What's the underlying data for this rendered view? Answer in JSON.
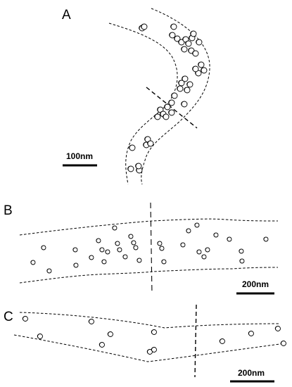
{
  "panels": [
    {
      "id": "A",
      "label": "A",
      "scale_label": "100nm"
    },
    {
      "id": "B",
      "label": "B",
      "scale_label": "200nm"
    },
    {
      "id": "C",
      "label": "C",
      "scale_label": "200nm"
    }
  ]
}
